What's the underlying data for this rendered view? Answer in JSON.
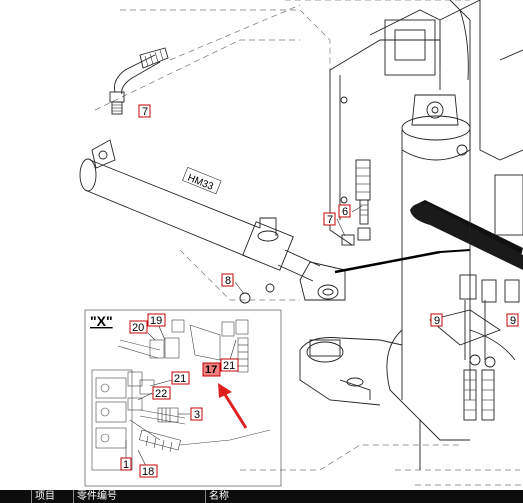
{
  "callouts": [
    {
      "id": "c7a",
      "label": "7",
      "highlight": false
    },
    {
      "id": "c7b",
      "label": "7",
      "highlight": false
    },
    {
      "id": "c6",
      "label": "6",
      "highlight": false
    },
    {
      "id": "c8",
      "label": "8",
      "highlight": false
    },
    {
      "id": "c9a",
      "label": "9",
      "highlight": false
    },
    {
      "id": "c9b",
      "label": "9",
      "highlight": false
    },
    {
      "id": "c19",
      "label": "19",
      "highlight": false
    },
    {
      "id": "c20",
      "label": "20",
      "highlight": false
    },
    {
      "id": "c21a",
      "label": "21",
      "highlight": false
    },
    {
      "id": "c21b",
      "label": "21",
      "highlight": false
    },
    {
      "id": "c17",
      "label": "17",
      "highlight": true
    },
    {
      "id": "c22",
      "label": "22",
      "highlight": false
    },
    {
      "id": "c3",
      "label": "3",
      "highlight": false
    },
    {
      "id": "c1",
      "label": "1",
      "highlight": false
    },
    {
      "id": "c18",
      "label": "18",
      "highlight": false
    }
  ],
  "detail_label": "\"X\"",
  "cylinder_label": "HM33",
  "colors": {
    "highlight_fill": "#f08080",
    "callout_border": "#c00000",
    "arrow": "#e02020",
    "header_bg": "#0d0d0d"
  },
  "parts_table": {
    "headers": [
      "",
      "项目",
      "零件编号",
      "名称"
    ]
  }
}
